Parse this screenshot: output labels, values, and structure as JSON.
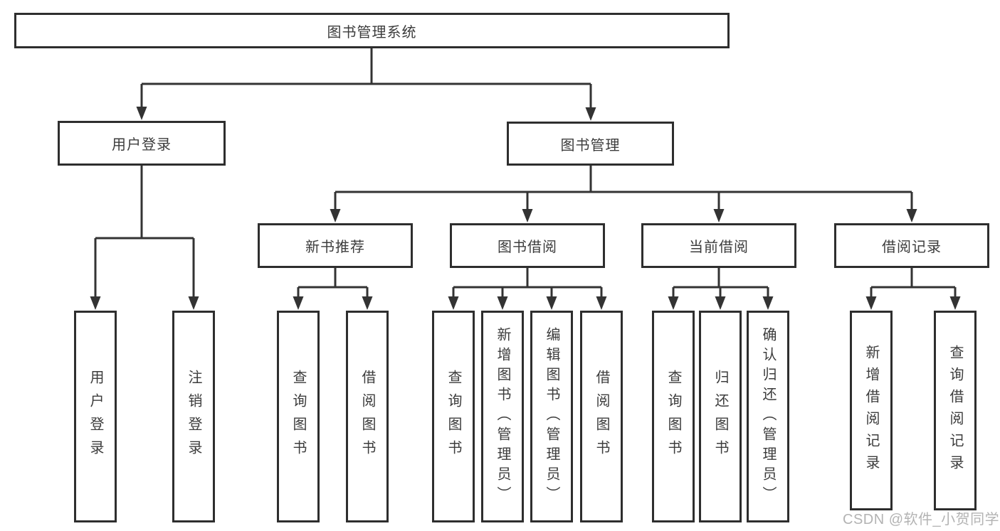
{
  "colors": {
    "background": "#ffffff",
    "line": "#333333",
    "box_border": "#2e2e2e",
    "text": "#3c3c3c",
    "watermark": "#b3b3b3"
  },
  "nodes": {
    "root": "图书管理系统",
    "user_login": "用户登录",
    "book_management": "图书管理",
    "new_book_recommend": "新书推荐",
    "book_borrow": "图书借阅",
    "current_borrow": "当前借阅",
    "borrow_records": "借阅记录"
  },
  "leaves": {
    "user_login": [
      "用户登录",
      "注销登录"
    ],
    "new_book_recommend": [
      "查询图书",
      "借阅图书"
    ],
    "book_borrow": [
      "查询图书",
      "新增图书（管理员）",
      "编辑图书（管理员）",
      "借阅图书"
    ],
    "current_borrow": [
      "查询图书",
      "归还图书",
      "确认归还（管理员）"
    ],
    "borrow_records": [
      "新增借阅记录",
      "查询借阅记录"
    ]
  },
  "watermark": "CSDN @软件_小贺同学"
}
